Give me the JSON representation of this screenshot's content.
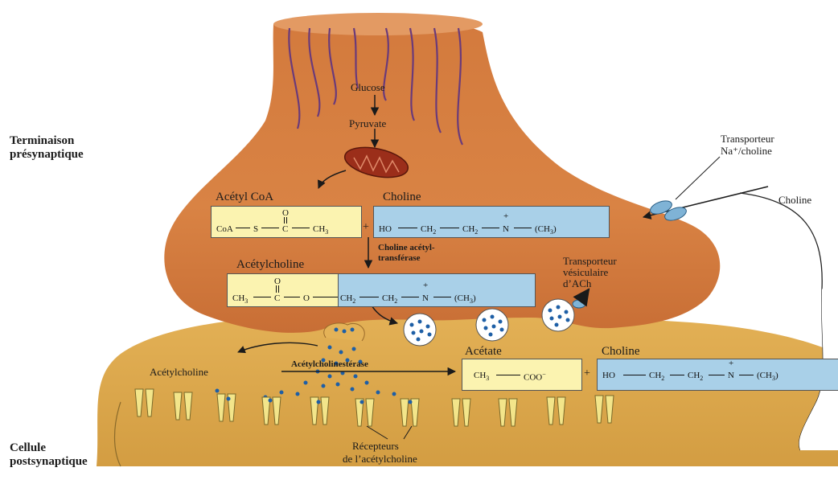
{
  "labels": {
    "pre_line1": "Terminaison",
    "pre_line2": "présynaptique",
    "post_line1": "Cellule",
    "post_line2": "postsynaptique",
    "glucose": "Glucose",
    "pyruvate": "Pyruvate",
    "acetyl_coa": "Acétyl CoA",
    "choline_top": "Choline",
    "choline_acetyl_1": "Choline acétyl-",
    "choline_acetyl_2": "transférase",
    "acetylcholine_top": "Acétylcholine",
    "transporter_na_1": "Transporteur",
    "transporter_na_2": "Na⁺/choline",
    "choline_right": "Choline",
    "transporter_ves_1": "Transporteur",
    "transporter_ves_2": "vésiculaire",
    "transporter_ves_3": "d’ACh",
    "acetylcholine_cleft": "Acétylcholine",
    "acetylcholinesterase": "Acétylcholinestérase",
    "acetate": "Acétate",
    "choline_bottom": "Choline",
    "receptors_1": "Récepteurs",
    "receptors_2": "de l’acétylcholine"
  },
  "formulas": {
    "coa": "CoA",
    "s": "S",
    "c": "C",
    "o_double": "O",
    "ch3": "CH",
    "plus": "+",
    "ho": "HO",
    "ch2": "CH",
    "n_plus": "N",
    "ch3_3": "(CH",
    "o": "O",
    "coo": "COO",
    "minus": "−",
    "sub2": "2",
    "sub3": "3",
    "close3": ")",
    "charge_plus": "+"
  },
  "colors": {
    "terminal": "#d67c3e",
    "terminal_dark": "#b85e2a",
    "post": "#d9a74a",
    "yellow_box": "#fbf3b0",
    "blue_box": "#a9d0e8",
    "vesicle": "#1e5fa6",
    "mitochondrion": "#a3321c",
    "receptor": "#f3e58a"
  },
  "icons": [
    "mitochondrion-icon",
    "vesicle-icon",
    "transporter-icon",
    "receptor-icon"
  ]
}
